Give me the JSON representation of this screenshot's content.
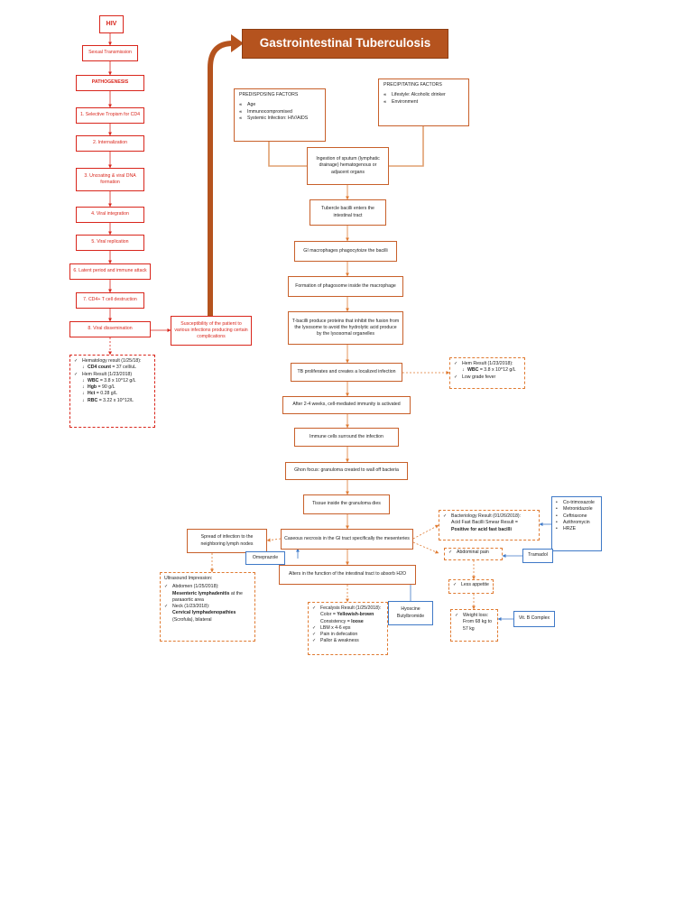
{
  "title": "Gastrointestinal Tuberculosis",
  "hiv": {
    "title": "HIV",
    "transmission": "Sexual Transmission",
    "pathogenesis": "PATHOGENESIS",
    "steps": [
      "1. Selective Tropism for CD4",
      "2. Internalization",
      "3. Uncoating & viral DNA formation",
      "4. Viral integration",
      "5. Viral replication",
      "6. Latent period and immune attack",
      "7. CD4+ T cell destruction",
      "8. Viral dissemination"
    ],
    "susceptibility": "Susceptibility of the patient to various infections producing certain complications",
    "labs": {
      "check": "✓",
      "heme_title": "Hematology result (1/25/18):",
      "cd4_label": "CD4 count",
      "cd4_value": " = 37 cell/uL",
      "hem_title": "Hem Result (1/23/2018)",
      "wbc_label": "WBC",
      "wbc_value": " = 3.8 x 10^12 g/L",
      "hgb_label": "Hgb",
      "hgb_value": " = 90 g/L",
      "hct_label": "Hct",
      "hct_value": " = 0.28 g/L",
      "rbc_label": "RBC",
      "rbc_value": " = 3.22 x 10^12/L",
      "down_arrow": "↓"
    }
  },
  "predisposing": {
    "title": "PREDISPOSING FACTORS",
    "bullet": "∝",
    "items": [
      "Age",
      "Immunocompromised",
      "Systemic Infection: HIV/AIDS"
    ]
  },
  "precipitating": {
    "title": "PRECIPITATING FACTORS",
    "bullet": "∝",
    "items": [
      "Lifestyle: Alcoholic drinker",
      "Environment"
    ]
  },
  "flow": [
    "Ingestion of sputum (lymphatic drainage) hematogenous or adjacent organs",
    "Tubercle bacilli enters the intestinal tract",
    "GI macrophages phagocytoize the bacilli",
    "Formation of phagosome inside the macrophage",
    "T-bacilli produce proteins that inhibit the fusion from the lysosome to avoid the hydrolytic acid produce by the lysosomal organelles",
    "TB proliferates and creates a localized infection",
    "After 2-4 weeks, cell-mediated immunity is activated",
    "Immune cells surround the infection",
    "Ghon focus: granuloma created to wall off bacteria",
    "Tissue inside the granuloma dies",
    "Caseous necrosis in the GI tract specifically the mesenteries",
    "Alters in the function of the intestinal tract to absorb H2O"
  ],
  "hem_right": {
    "check": "✓",
    "title": "Hem Result (1/23/2018):",
    "wbc_label": "WBC",
    "wbc_value": " = 3.8 x 10^12 g/L",
    "fever": "Low grade fever",
    "down_arrow": "↓"
  },
  "bacteriology": {
    "check": "✓",
    "title": "Bacteriology Result (01/26/2018):",
    "smear": "Acid Fast Bacilli Smear Result =",
    "positive": "Positive for acid fast bacilli"
  },
  "meds": {
    "bullet": "•",
    "items": [
      "Co-trimoxazole",
      "Metronidazole",
      "Ceftriaxone",
      "Azithromycin",
      "HRZE"
    ]
  },
  "spread": "Spread of infection to the neighboring lymph nodes",
  "omeprazole": "Omeprazole",
  "ultrasound": {
    "check": "✓",
    "title": "Ultrasound Impression:",
    "abdomen": "Abdomen (1/25/2018):",
    "abdomen_finding": "Mesenteric lymphadenitis",
    "abdomen_rest": " at the paraaortic area",
    "neck": "Neck (1/23/2018):",
    "neck_finding": "Cervical lymphadenopathies",
    "neck_rest": "(Scrofula), bilateral"
  },
  "fecalysis": {
    "check": "✓",
    "title": "Fecalysis Result (1/25/2018):",
    "color_label": "Color = ",
    "color_value": "Yellowish-brown",
    "consistency_label": "Consistency = ",
    "consistency_value": "loose",
    "items": [
      "LBM x 4-6 eps",
      "Pain in defecation",
      "Pallor & weakness"
    ]
  },
  "hyoscine": "Hyoscine Butylbromide",
  "abdominal_pain": {
    "check": "✓",
    "label": "Abdominal pain"
  },
  "tramadol": "Tramadol",
  "less_appetite": {
    "check": "✓",
    "label": "Less appetite"
  },
  "weight_loss": {
    "check": "✓",
    "label": "Weight loss: From 68 kg to 57 kg"
  },
  "vitb": "Vit. B Complex",
  "colors": {
    "hiv_red": "#d9261c",
    "orange": "#c8602a",
    "title_brown": "#b5531e",
    "blue": "#3f79c7"
  }
}
